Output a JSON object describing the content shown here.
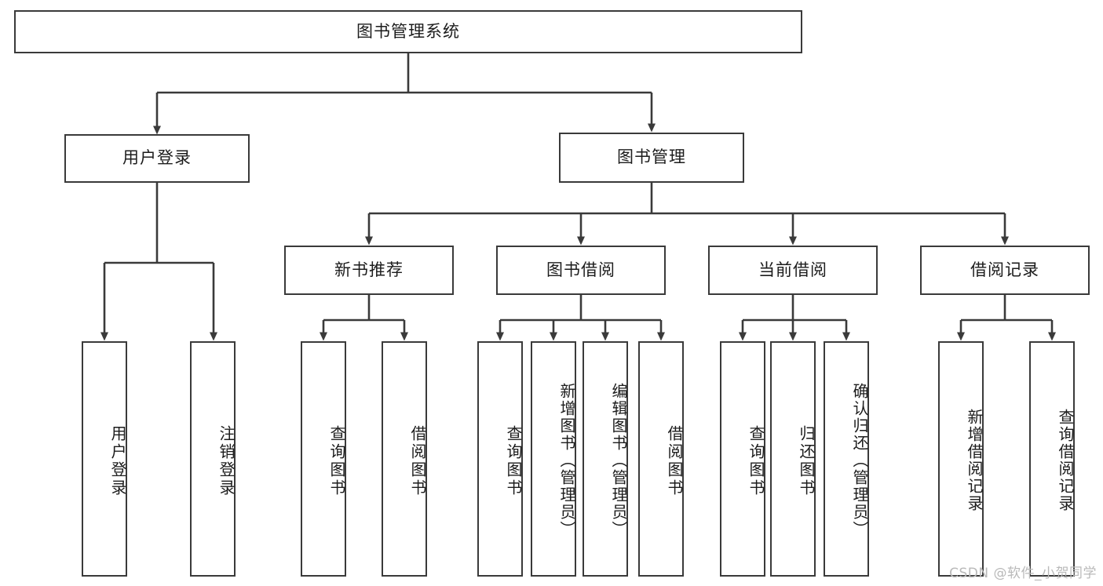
{
  "diagram": {
    "title": "图书管理系统",
    "type": "tree-hierarchy-diagram",
    "colors": {
      "box_border": "#3a3a3a",
      "box_fill": "#ffffff",
      "edge": "#3a3a3a",
      "text": "#1c1c1c",
      "watermark": "#b9b9b9",
      "background": "#ffffff"
    },
    "root": {
      "label": "图书管理系统"
    },
    "level1": [
      {
        "label": "用户登录"
      },
      {
        "label": "图书管理"
      }
    ],
    "level2": [
      {
        "label": "新书推荐"
      },
      {
        "label": "图书借阅"
      },
      {
        "label": "当前借阅"
      },
      {
        "label": "借阅记录"
      }
    ],
    "leaves": {
      "user_login": [
        {
          "label": "用户登录"
        },
        {
          "label": "注销登录"
        }
      ],
      "new_book_recommend": [
        {
          "label": "查询图书"
        },
        {
          "label": "借阅图书"
        }
      ],
      "book_borrow": [
        {
          "label": "查询图书"
        },
        {
          "label": "新增图书（管理员）"
        },
        {
          "label": "编辑图书（管理员）"
        },
        {
          "label": "借阅图书"
        }
      ],
      "current_borrow": [
        {
          "label": "查询图书"
        },
        {
          "label": "归还图书"
        },
        {
          "label": "确认归还（管理员）"
        }
      ],
      "borrow_record": [
        {
          "label": "新增借阅记录"
        },
        {
          "label": "查询借阅记录"
        }
      ]
    },
    "watermark": "CSDN @软件_小贺同学"
  }
}
